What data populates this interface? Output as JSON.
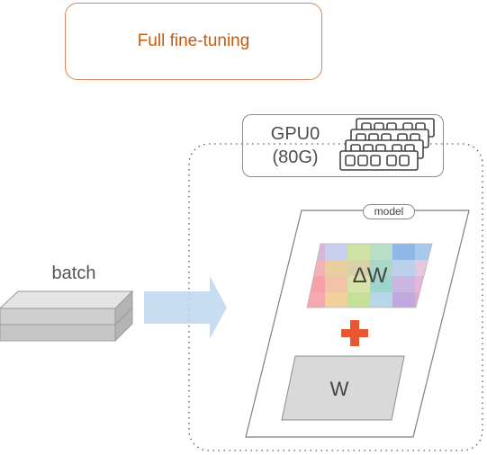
{
  "title": "Full fine-tuning",
  "gpu": {
    "name": "GPU0",
    "memory": "(80G)",
    "icon": "memory-stick-icon"
  },
  "batch_label": "batch",
  "model_label": "model",
  "delta_w_label": "ΔW",
  "w_label": "W",
  "plus_icon": "plus-icon",
  "colors": {
    "title_border": "#d3875a",
    "title_text": "#c55a11",
    "arrow_fill": "#bdd7ee",
    "plus": "#e8572f",
    "w_fill": "#d9d9d9",
    "batch_fill": "#d0d0d0"
  }
}
